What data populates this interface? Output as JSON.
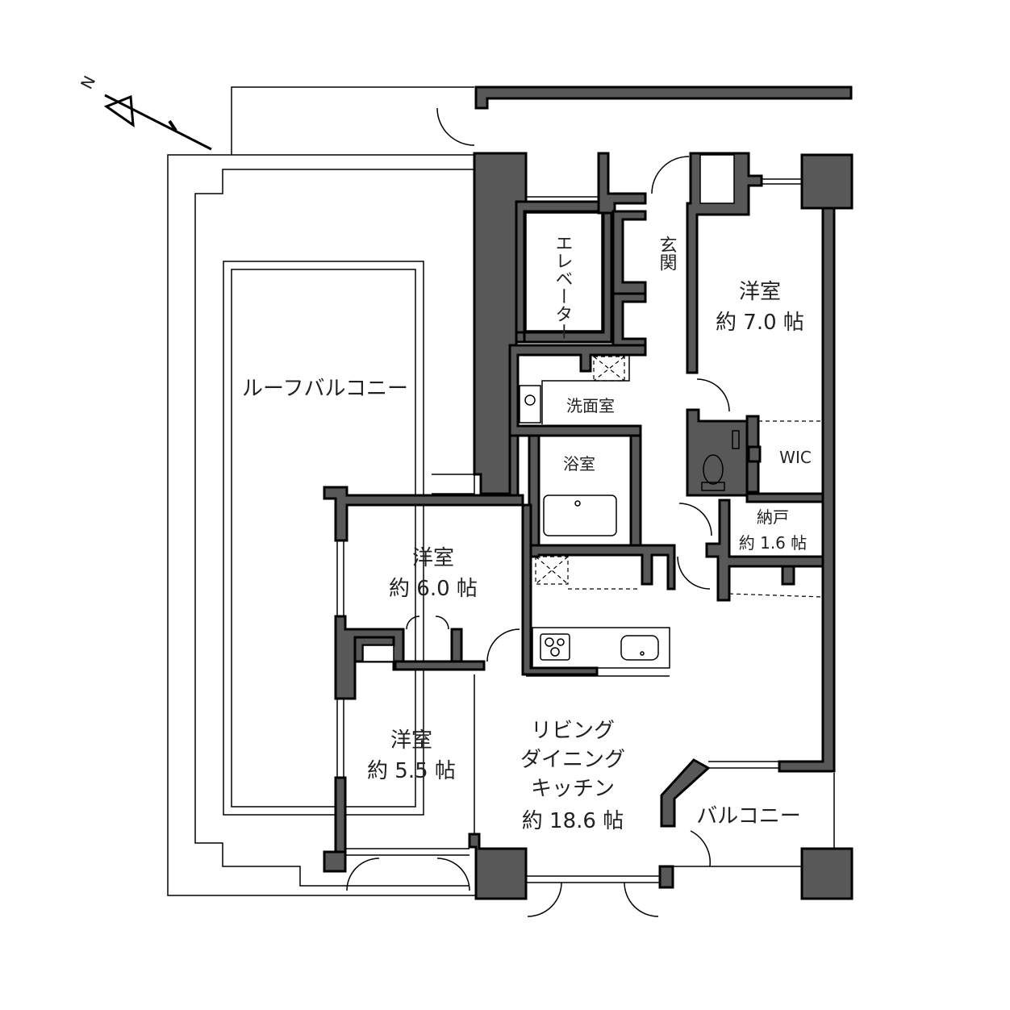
{
  "compass": {
    "north_letter": "N"
  },
  "rooms": {
    "roof_balcony": {
      "name": "ルーフバルコニー"
    },
    "elevator": {
      "name": "エレベーター"
    },
    "entrance": {
      "name": "玄関"
    },
    "western_room_1": {
      "name": "洋室",
      "size": "約 7.0 帖"
    },
    "washroom": {
      "name": "洗面室"
    },
    "bathroom": {
      "name": "浴室"
    },
    "wic": {
      "name": "WIC"
    },
    "storage": {
      "name": "納戸",
      "size": "約 1.6 帖"
    },
    "western_room_2": {
      "name": "洋室",
      "size": "約 6.0 帖"
    },
    "western_room_3": {
      "name": "洋室",
      "size": "約 5.5 帖"
    },
    "ldk": {
      "line1": "リビング",
      "line2": "ダイニング",
      "line3": "キッチン",
      "size": "約 18.6 帖"
    },
    "balcony": {
      "name": "バルコニー"
    }
  }
}
